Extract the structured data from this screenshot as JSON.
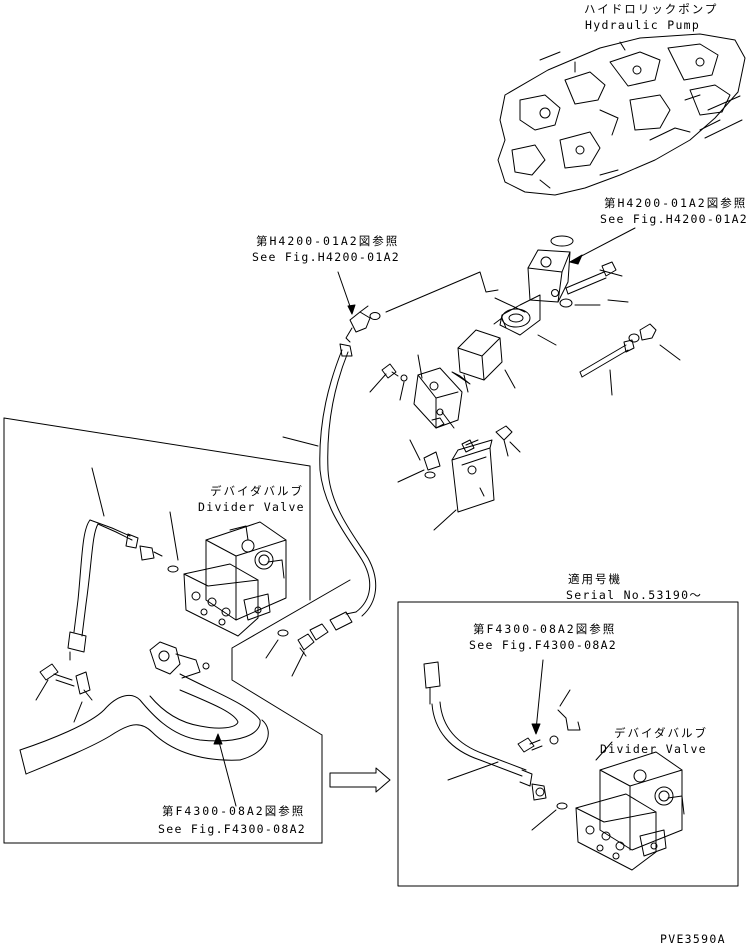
{
  "labels": {
    "pump_jp": "ハイドロリックポンプ",
    "pump_en": "Hydraulic Pump",
    "ref_h4200_right_jp": "第H4200-01A2図参照",
    "ref_h4200_right_en": "See Fig.H4200-01A2",
    "ref_h4200_left_jp": "第H4200-01A2図参照",
    "ref_h4200_left_en": "See Fig.H4200-01A2",
    "divider_left_jp": "デバイダバルブ",
    "divider_left_en": "Divider Valve",
    "ref_f4300_left_jp": "第F4300-08A2図参照",
    "ref_f4300_left_en": "See Fig.F4300-08A2",
    "serial_jp": "適用号機",
    "serial_en": "Serial No.53190～",
    "ref_f4300_right_jp": "第F4300-08A2図参照",
    "ref_f4300_right_en": "See Fig.F4300-08A2",
    "divider_right_jp": "デバイダバルブ",
    "divider_right_en": "Divider Valve",
    "drawing_code": "PVE3590A"
  }
}
